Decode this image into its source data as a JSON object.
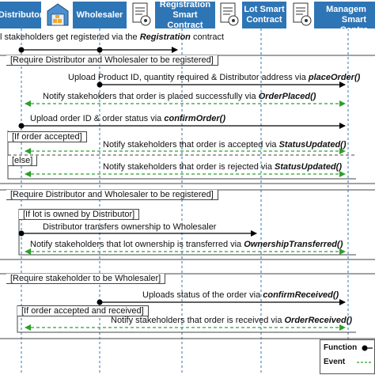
{
  "header": {
    "distributor": "Distributor",
    "wholesaler": "Wholesaler",
    "registration_contract": [
      "Registration",
      "Smart Contract"
    ],
    "lot_contract": [
      "Lot Smart",
      "Contract"
    ],
    "order_contract": [
      "Order Managem",
      "Smart Contra"
    ]
  },
  "messages": {
    "m_register_pre": "l stakeholders get registered via the ",
    "m_register_fn": "Registration",
    "m_register_post": " contract",
    "frame1_guard": "[Require Distributor and Wholesaler to be registered]",
    "m_place_pre": "Upload Product ID, quantity required & Distributor address via ",
    "m_place_fn": "placeOrder()",
    "m_placed_pre": "Notify stakeholders that order is placed successfully via ",
    "m_placed_fn": "OrderPlaced()",
    "m_confirm_pre": "Upload order ID & order status via ",
    "m_confirm_fn": "confirmOrder()",
    "alt_accepted": "[If order accepted]",
    "m_accepted_pre": "Notify stakeholders that order is accepted via ",
    "m_accepted_fn": "StatusUpdated()",
    "alt_else": "[else]",
    "m_rejected_pre": "Notify stakeholders that order is rejected via ",
    "m_rejected_fn": "StatusUpdated()",
    "frame2_guard": "[Require Distributor and Wholesaler to be registered]",
    "alt_lot_owned": "[If lot is owned by Distributor]",
    "m_transfer": "Distributor transfers ownership to Wholesaler",
    "m_transferred_pre": "Notify stakeholders that lot ownership is transferred via ",
    "m_transferred_fn": "OwnershipTransferred()",
    "frame3_guard": "[Require stakeholder to be Wholesaler]",
    "m_received_pre": "Uploads status of the order via ",
    "m_received_fn": "confirmReceived()",
    "alt_received": "[If order accepted and received]",
    "m_orderreceived_pre": "Notify stakeholders that order is received via ",
    "m_orderreceived_fn": "OrderReceived()"
  },
  "legend": {
    "function": "Function",
    "event": "Event"
  },
  "colors": {
    "header": "#2e75b6",
    "event_arrow": "#2ca02c",
    "lifeline": "#2e75b6"
  }
}
